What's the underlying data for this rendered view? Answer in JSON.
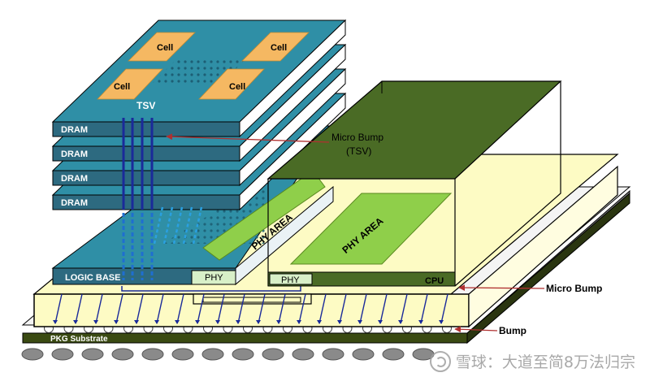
{
  "labels": {
    "cell": "Cell",
    "tsv": "TSV",
    "dram": "DRAM",
    "logic_base": "LOGIC BASE",
    "phy": "PHY",
    "phy_area": "PHY AREA",
    "cpu": "CPU",
    "micro_bump_tsv_line1": "Micro Bump",
    "micro_bump_tsv_line2": "(TSV)",
    "micro_bump": "Micro Bump",
    "bump": "Bump",
    "pkg_substrate": "PKG Substrate"
  },
  "watermark": {
    "text": "雪球：大道至简8万法归宗"
  },
  "colors": {
    "dram_top": "#2f8fa6",
    "dram_front": "#2d6a80",
    "cell": "#f5b862",
    "cpu_top": "#4a6b25",
    "phy_area": "#8fcf4a",
    "interposer": "#fdfbc4",
    "substrate": "#3a4a12",
    "tsv": "#1a2a9a",
    "arrow": "#b03030"
  }
}
